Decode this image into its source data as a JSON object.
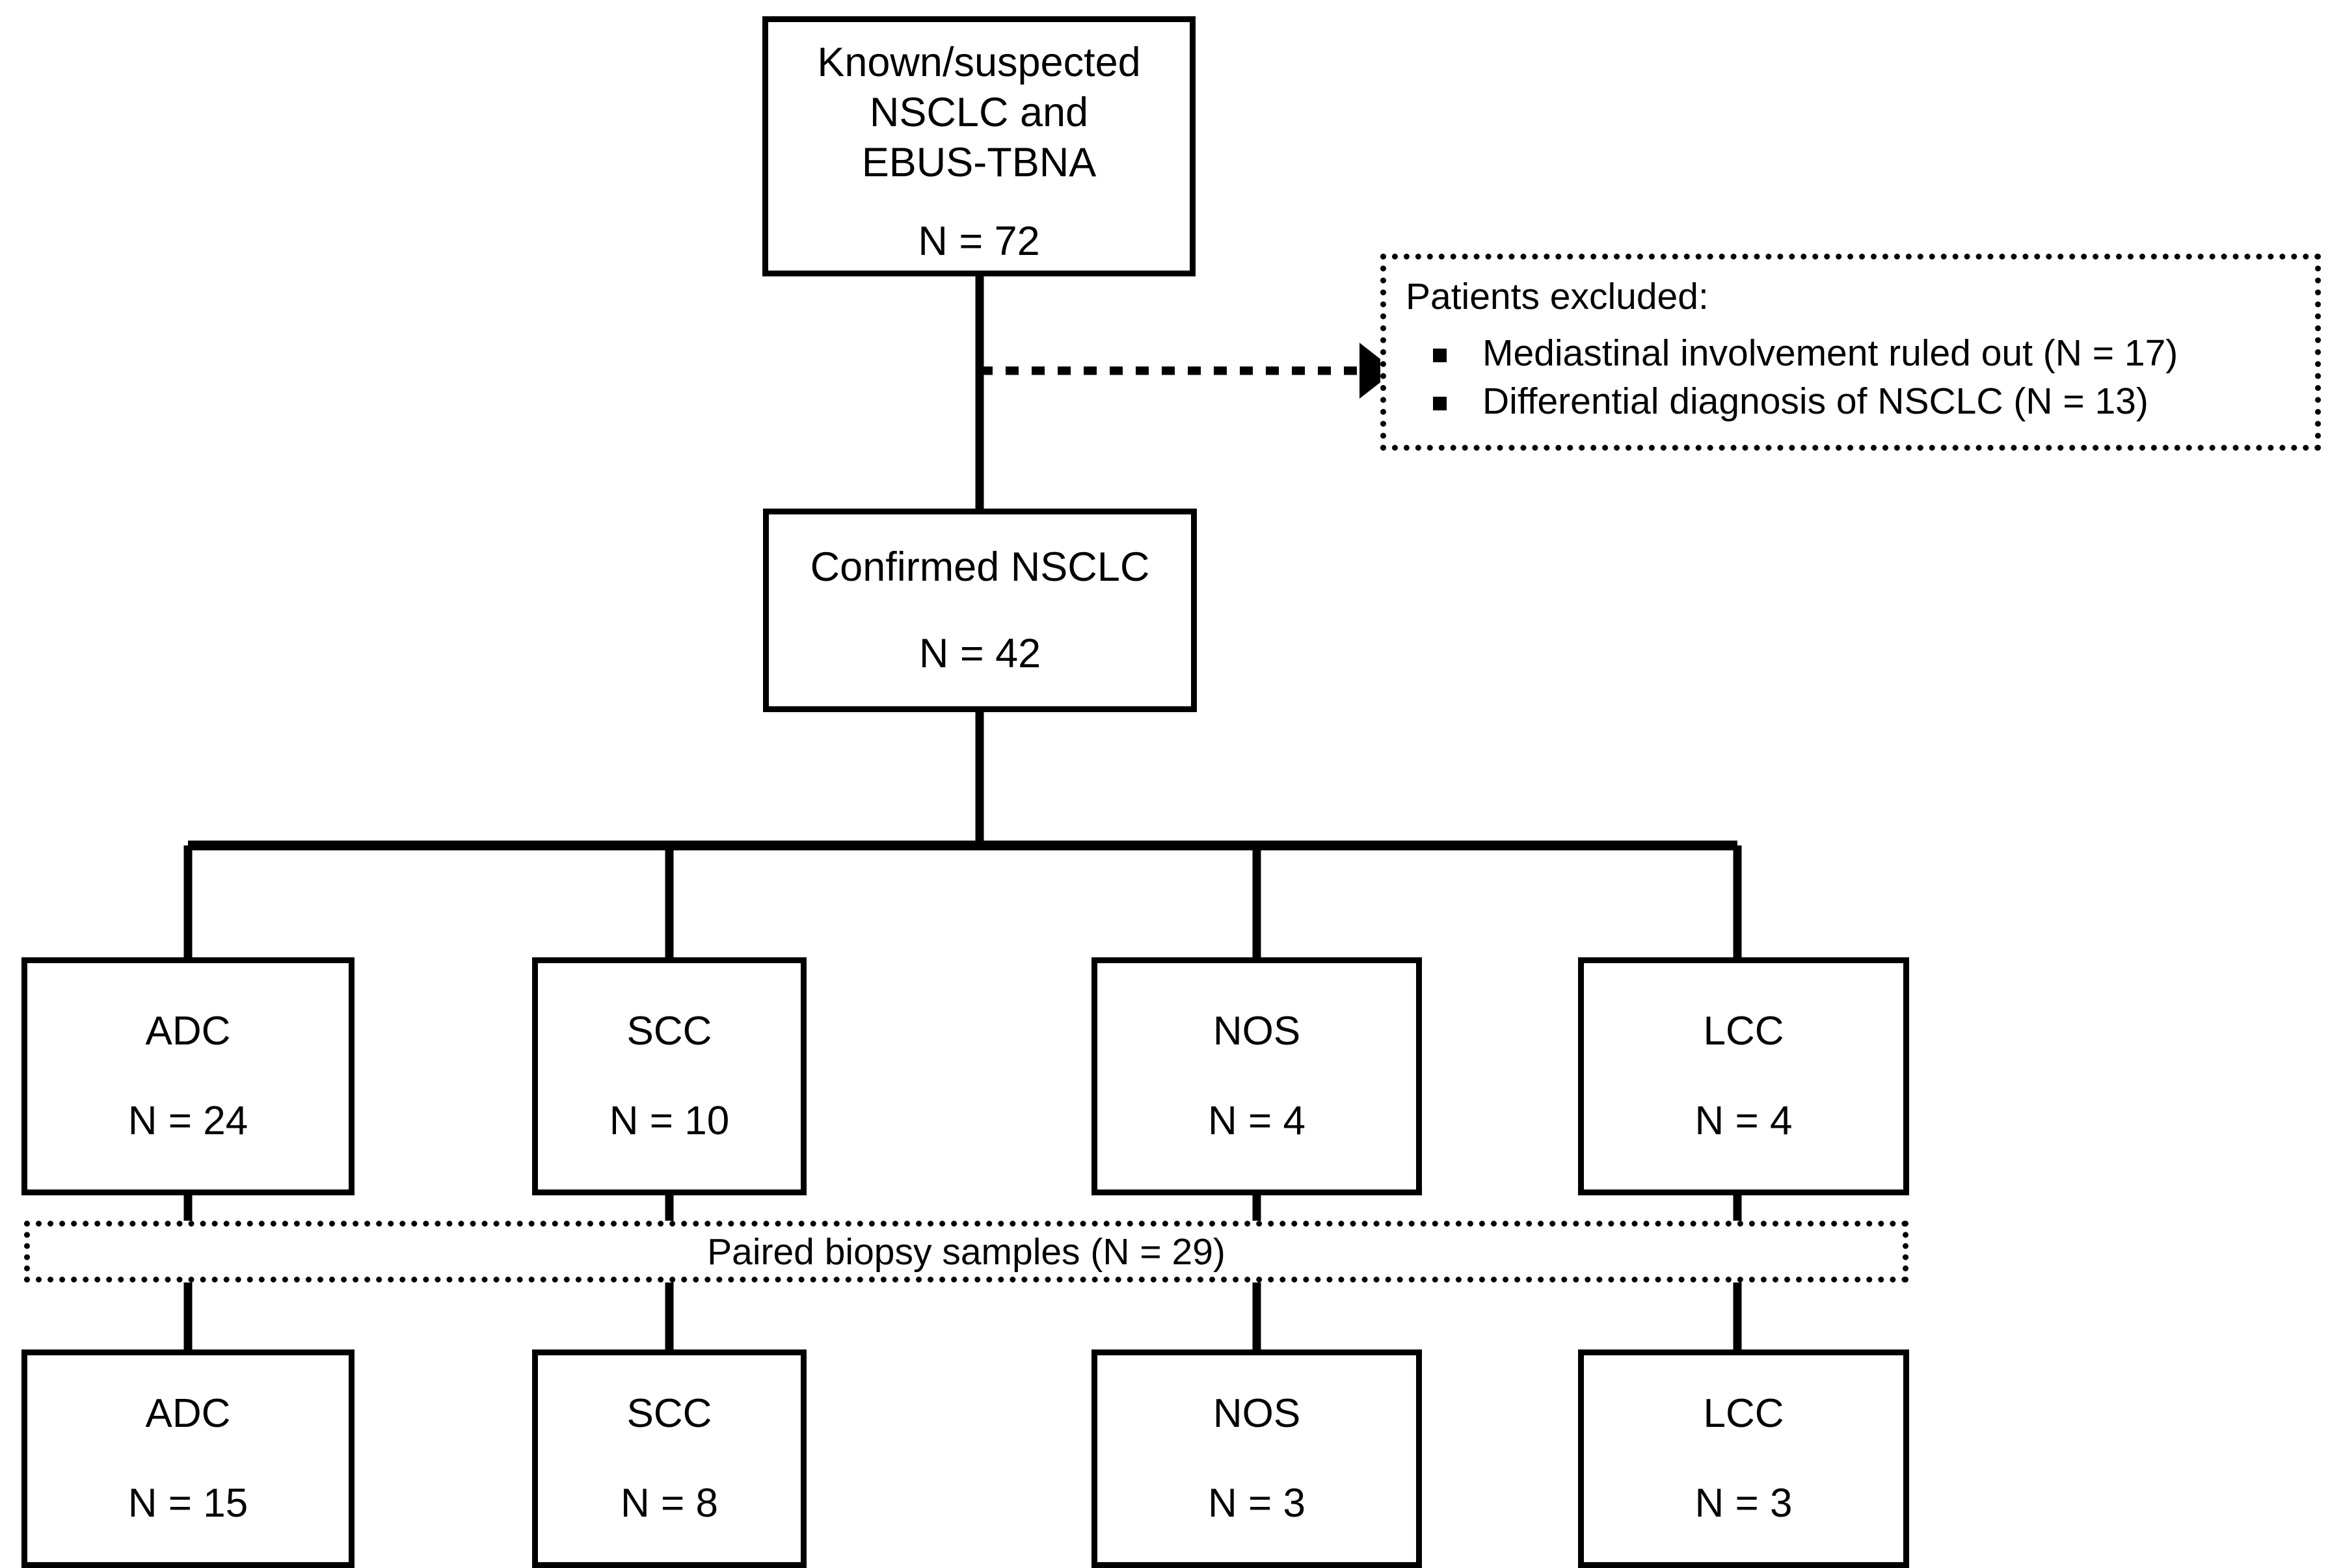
{
  "diagram": {
    "type": "patient-flow-chart",
    "colors": {
      "line": "#000000",
      "box_fill": "#ffffff",
      "text": "#000000"
    },
    "top_node": {
      "lines": [
        "Known/suspected",
        "NSCLC and",
        "EBUS-TBNA"
      ],
      "count": "N = 72"
    },
    "excluded_node": {
      "title": "Patients excluded:",
      "items": [
        "Mediastinal involvement ruled out (N = 17)",
        "Differential diagnosis of NSCLC (N = 13)"
      ]
    },
    "confirmed_node": {
      "label": "Confirmed NSCLC",
      "count": "N = 42"
    },
    "paired_bar": {
      "label": "Paired biopsy samples (N = 29)"
    },
    "subtype_row_primary": [
      {
        "label": "ADC",
        "count": "N = 24"
      },
      {
        "label": "SCC",
        "count": "N = 10"
      },
      {
        "label": "NOS",
        "count": "N = 4"
      },
      {
        "label": "LCC",
        "count": "N = 4"
      }
    ],
    "subtype_row_paired": [
      {
        "label": "ADC",
        "count": "N = 15"
      },
      {
        "label": "SCC",
        "count": "N = 8"
      },
      {
        "label": "NOS",
        "count": "N = 3"
      },
      {
        "label": "LCC",
        "count": "N = 3"
      }
    ]
  }
}
